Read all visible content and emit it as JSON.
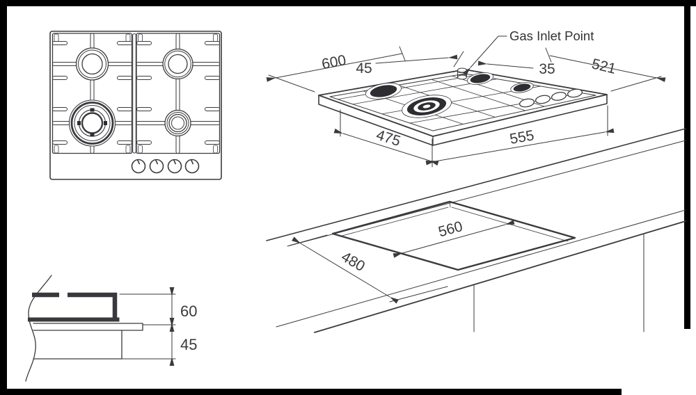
{
  "page": {
    "background": "#ffffff",
    "frame_color": "#000000",
    "line_color": "#3a3a3e"
  },
  "diagram": {
    "gas_inlet_label": "Gas Inlet Point",
    "iso": {
      "overall_width": "600",
      "inlet_offset_left": "45",
      "inlet_offset_right": "35",
      "overall_depth": "521",
      "body_width": "475",
      "body_depth": "555"
    },
    "cutout": {
      "length": "560",
      "depth": "480"
    },
    "profile": {
      "height_above_worktop": "60",
      "height_below_worktop": "45"
    }
  }
}
